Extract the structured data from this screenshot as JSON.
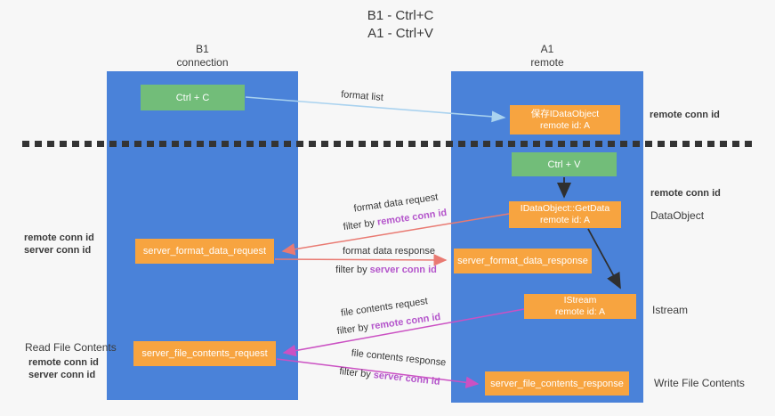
{
  "title": {
    "line1": "B1 - Ctrl+C",
    "line2": "A1 - Ctrl+V"
  },
  "lanes": {
    "left": {
      "name": "B1",
      "subtitle": "connection"
    },
    "right": {
      "name": "A1",
      "subtitle": "remote"
    }
  },
  "nodes": {
    "ctrl_c": "Ctrl + C",
    "ctrl_v": "Ctrl + V",
    "saved_dataobject": {
      "line1": "保存IDataObject",
      "line2": "remote id: A"
    },
    "getdata": {
      "line1": "IDataObject::GetData",
      "line2": "remote id: A"
    },
    "istream": {
      "line1": "IStream",
      "line2": "remote id: A"
    },
    "format_request": "server_format_data_request",
    "format_response": "server_format_data_response",
    "file_request": "server_file_contents_request",
    "file_response": "server_file_contents_response"
  },
  "arrow_labels": {
    "format_list": "format list",
    "format_data_request": "format data request",
    "format_data_response": "format data response",
    "file_contents_request": "file contents request",
    "file_contents_response": "file contents response",
    "filter_by": "filter by ",
    "remote_conn_id": "remote conn id",
    "server_conn_id": "server conn id"
  },
  "side_labels": {
    "right_remote_conn_top": "remote conn id",
    "right_remote_conn_mid": "remote conn id",
    "dataobject": "DataObject",
    "istream": "Istream",
    "write_file": "Write File Contents",
    "left_remote_conn_top": "remote conn id",
    "left_server_conn_top": "server conn id",
    "read_file": "Read File Contents",
    "left_remote_conn_bottom": "remote conn id",
    "left_server_conn_bottom": "server conn id"
  },
  "colors": {
    "lane_blue": "#4a82d9",
    "box_green": "#72bd79",
    "box_orange": "#f7a440",
    "arrow_light_blue": "#a9d2ef",
    "arrow_red": "#e97a72",
    "arrow_magenta": "#cb51c3",
    "arrow_black": "#2f2f2f",
    "label_purple": "#b455cb",
    "label_green": "#6abf71"
  }
}
